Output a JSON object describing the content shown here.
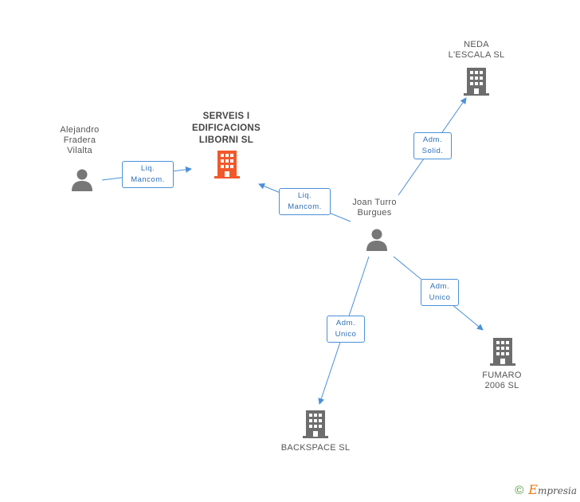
{
  "nodes": {
    "alejandro": {
      "label": "Alejandro\nFradera\nVilalta",
      "type": "person"
    },
    "serveis": {
      "label": "SERVEIS I\nEDIFICACIONS\nLIBORNI SL",
      "type": "company-main"
    },
    "joan": {
      "label": "Joan Turro\nBurgues",
      "type": "person"
    },
    "neda": {
      "label": "NEDA\nL'ESCALA SL",
      "type": "company"
    },
    "fumaro": {
      "label": "FUMARO\n2006 SL",
      "type": "company"
    },
    "backspace": {
      "label": "BACKSPACE SL",
      "type": "company"
    }
  },
  "edges": {
    "alejandro_serveis": "Liq.\nMancom.",
    "joan_serveis": "Liq.\nMancom.",
    "joan_neda": "Adm.\nSolid.",
    "joan_fumaro": "Adm.\nUnico",
    "joan_backspace": "Adm.\nUnico"
  },
  "colors": {
    "edge": "#4a90d9",
    "company": "#6d6d6d",
    "main_company": "#f0592b",
    "person": "#777777"
  },
  "footer": {
    "copyright": "©",
    "brand_initial": "E",
    "brand_rest": "mpresia"
  }
}
